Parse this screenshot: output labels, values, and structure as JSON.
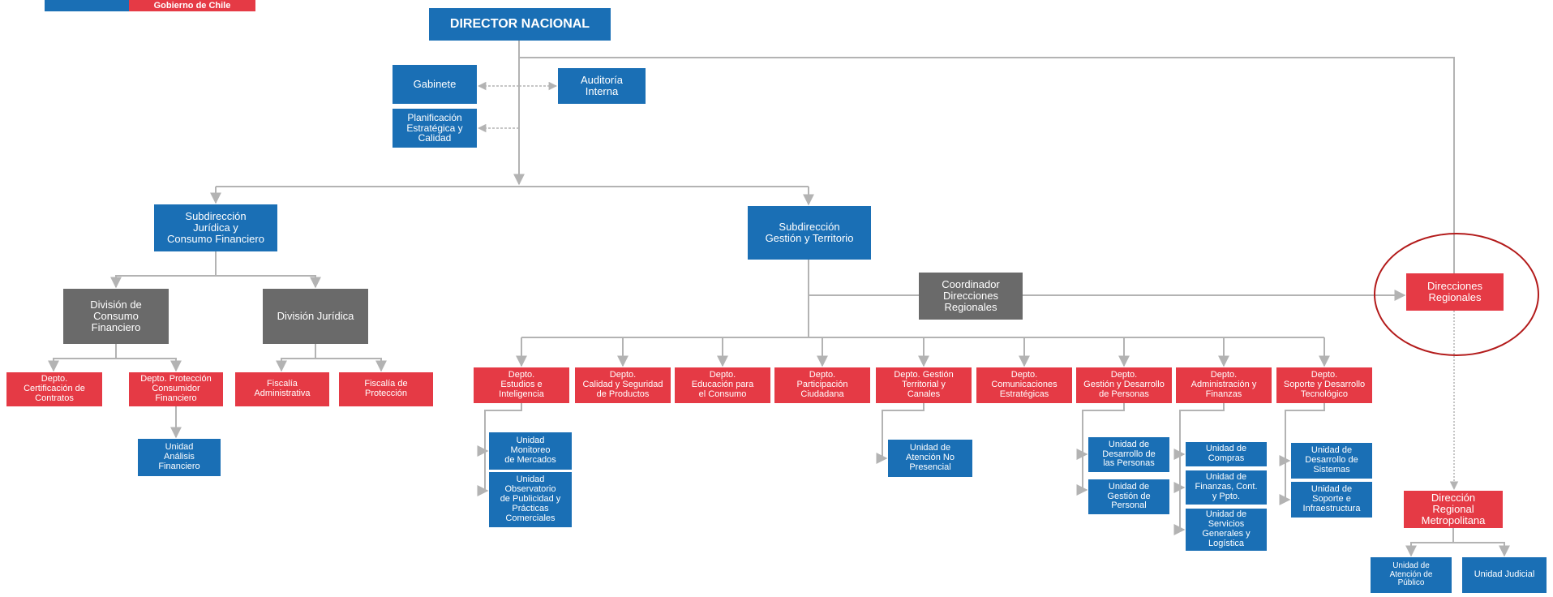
{
  "header": {
    "ministry": "Gobierno de Chile"
  },
  "nodes": {
    "director": "DIRECTOR NACIONAL",
    "gabinete": "Gabinete",
    "auditoria": "Auditoría\nInterna",
    "planificacion": "Planificación\nEstratégica y\nCalidad",
    "sub_juridica": "Subdirección\nJurídica y\nConsumo Financiero",
    "sub_gestion": "Subdirección\nGestión y Territorio",
    "div_consumo": "División de\nConsumo\nFinanciero",
    "div_juridica": "División Jurídica",
    "depto_certificacion": "Depto.\nCertificación de\nContratos",
    "depto_proteccion": "Depto. Protección\nConsumidor\nFinanciero",
    "unidad_analisis": "Unidad\nAnálisis\nFinanciero",
    "fiscalia_admin": "Fiscalía\nAdministrativa",
    "fiscalia_proteccion": "Fiscalía de\nProtección",
    "coordinador": "Coordinador\nDirecciones\nRegionales",
    "direcciones_regionales": "Direcciones\nRegionales",
    "depto_estudios": "Depto.\nEstudios e\nInteligencia",
    "depto_calidad": "Depto.\nCalidad y Seguridad\nde Productos",
    "depto_educacion": "Depto.\nEducación para\nel Consumo",
    "depto_participacion": "Depto.\nParticipación\nCiudadana",
    "depto_territorial": "Depto. Gestión\nTerritorial y\nCanales",
    "depto_comunicaciones": "Depto.\nComunicaciones\nEstratégicas",
    "depto_personas": "Depto.\nGestión y Desarrollo\nde Personas",
    "depto_administracion": "Depto.\nAdministración y\nFinanzas",
    "depto_soporte": "Depto.\nSoporte y Desarrollo\nTecnológico",
    "unidad_monitoreo": "Unidad\nMonitoreo\nde Mercados",
    "unidad_observatorio": "Unidad\nObservatorio\nde Publicidad y\nPrácticas\nComerciales",
    "unidad_no_presencial": "Unidad de\nAtención No\nPresencial",
    "unidad_desarrollo_personas": "Unidad de\nDesarrollo de\nlas Personas",
    "unidad_gestion_personal": "Unidad de\nGestión de\nPersonal",
    "unidad_compras": "Unidad de\nCompras",
    "unidad_finanzas": "Unidad de\nFinanzas, Cont.\ny Ppto.",
    "unidad_servicios": "Unidad de\nServicios\nGenerales y\nLogística",
    "unidad_sistemas": "Unidad de\nDesarrollo de\nSistemas",
    "unidad_soporte": "Unidad de\nSoporte e\nInfraestructura",
    "direccion_metropolitana": "Dirección\nRegional\nMetropolitana",
    "unidad_atencion_publico": "Unidad de\nAtención de\nPúblico",
    "unidad_judicial": "Unidad Judicial"
  },
  "colors": {
    "blue": "#1a6fb5",
    "red": "#e53a45",
    "gray": "#6a6a6a",
    "connector": "#b3b3b3",
    "highlight": "#b31b1b"
  }
}
